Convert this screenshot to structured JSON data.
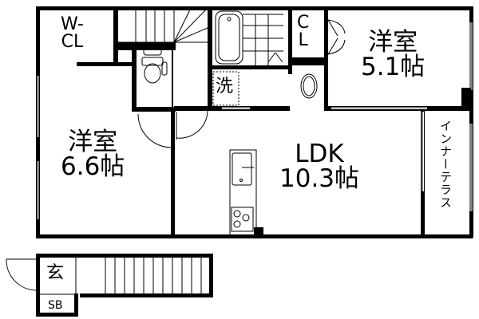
{
  "floor_plan": {
    "rooms": [
      {
        "id": "w-cl",
        "line1": "W-",
        "line2": "CL"
      },
      {
        "id": "cl",
        "line1": "C",
        "line2": "L"
      },
      {
        "id": "western-room-1",
        "line1": "洋室",
        "line2": "5.1帖"
      },
      {
        "id": "western-room-2",
        "line1": "洋室",
        "line2": "6.6帖"
      },
      {
        "id": "ldk",
        "line1": "LDK",
        "line2": "10.3帖"
      },
      {
        "id": "inner-terrace",
        "line1": "インナーテラス"
      },
      {
        "id": "washroom",
        "line1": "洗"
      },
      {
        "id": "entrance",
        "line1": "玄"
      },
      {
        "id": "shoe-box",
        "line1": "SB"
      }
    ]
  }
}
